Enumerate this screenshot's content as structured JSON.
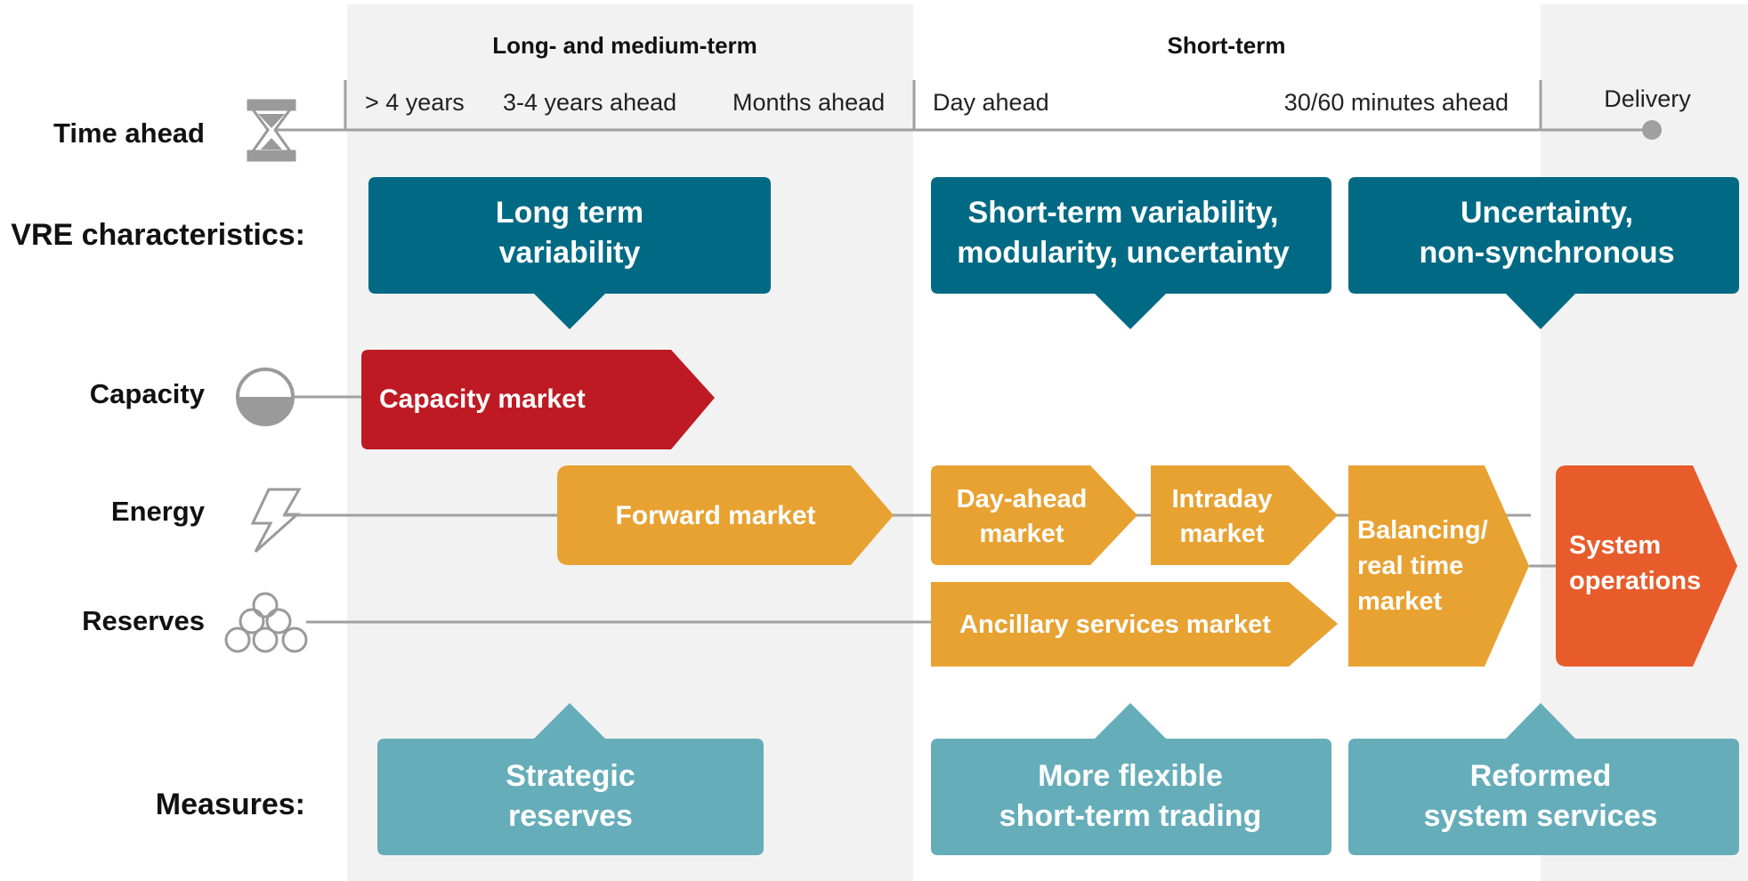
{
  "colors": {
    "shade": "#f2f2f2",
    "teal_dark": "#006a85",
    "teal_light": "#66adba",
    "red": "#be1a24",
    "orange": "#e8a232",
    "orange_red": "#e85c2b",
    "line_gray": "#a0a0a0",
    "icon_gray": "#9a9a9a"
  },
  "periods": {
    "long_medium": "Long- and medium-term",
    "short": "Short-term"
  },
  "timeline": {
    "gt4": "> 4 years",
    "y34": "3-4 years ahead",
    "months": "Months ahead",
    "day": "Day ahead",
    "min": "30/60 minutes ahead",
    "delivery": "Delivery"
  },
  "rows": {
    "time_ahead": "Time ahead",
    "vre": "VRE characteristics:",
    "capacity": "Capacity",
    "energy": "Energy",
    "reserves": "Reserves",
    "measures": "Measures:"
  },
  "icons": {
    "time_ahead": "hourglass-icon",
    "capacity": "gauge-half-icon",
    "energy": "lightning-bolt-icon",
    "reserves": "stacked-coins-icon"
  },
  "vre": [
    [
      "Long term",
      "variability"
    ],
    [
      "Short-term variability,",
      "modularity, uncertainty"
    ],
    [
      "Uncertainty,",
      "non-synchronous"
    ]
  ],
  "markets": {
    "capacity": [
      "Capacity market"
    ],
    "forward": [
      "Forward market"
    ],
    "day_ahead": [
      "Day-ahead",
      "market"
    ],
    "intraday": [
      "Intraday",
      "market"
    ],
    "ancillary": [
      "Ancillary services market"
    ],
    "balancing": [
      "Balancing/",
      "real time",
      "market"
    ],
    "system": [
      "System",
      "operations"
    ]
  },
  "measures": [
    [
      "Strategic",
      "reserves"
    ],
    [
      "More flexible",
      "short-term trading"
    ],
    [
      "Reformed",
      "system services"
    ]
  ]
}
